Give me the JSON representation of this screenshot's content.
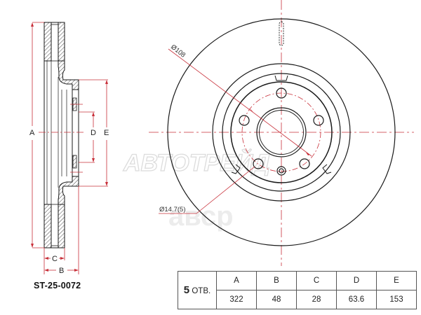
{
  "part_number": "ST-25-0072",
  "side_view": {
    "labels": {
      "A": "A",
      "B": "B",
      "C": "C",
      "D": "D",
      "E": "E"
    }
  },
  "front_view": {
    "bolt_circle_label": "Ø108",
    "bolt_hole_label": "Ø14.7(5)",
    "bolt_hole_count": 5
  },
  "watermarks": {
    "top": "АВТОТРЕЙД",
    "bottom": "авср"
  },
  "spec_table": {
    "holes_number": "5",
    "holes_suffix": "ОТВ.",
    "headers": [
      "A",
      "B",
      "C",
      "D",
      "E"
    ],
    "values": [
      "322",
      "48",
      "28",
      "63.6",
      "153"
    ]
  },
  "colors": {
    "line": "#1a1a1a",
    "dimension": "#c8303a",
    "watermark": "#e2e2e2"
  }
}
